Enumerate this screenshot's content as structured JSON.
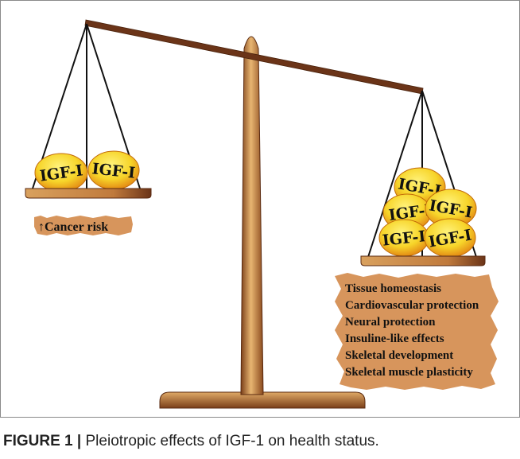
{
  "left_pan": {
    "items": [
      "IGF-I",
      "IGF-I"
    ],
    "label": "↑Cancer risk"
  },
  "right_pan": {
    "items": [
      "IGF-I",
      "IGF-I",
      "IGF-I",
      "IGF-I",
      "IGF-I"
    ],
    "effects": [
      "Tissue homeostasis",
      "Cardiovascular protection",
      "Neural protection",
      "Insuline-like effects",
      "Skeletal development",
      "Skeletal muscle plasticity"
    ]
  },
  "caption": {
    "figure": "FIGURE 1 |",
    "text": " Pleiotropic effects of IGF-1 on health status."
  },
  "colors": {
    "wood_dark": "#6b3418",
    "wood_light": "#d9a15e",
    "egg_yellow": "#f7df2a",
    "egg_orange": "#e79416",
    "label_bg": "#d7955c"
  }
}
